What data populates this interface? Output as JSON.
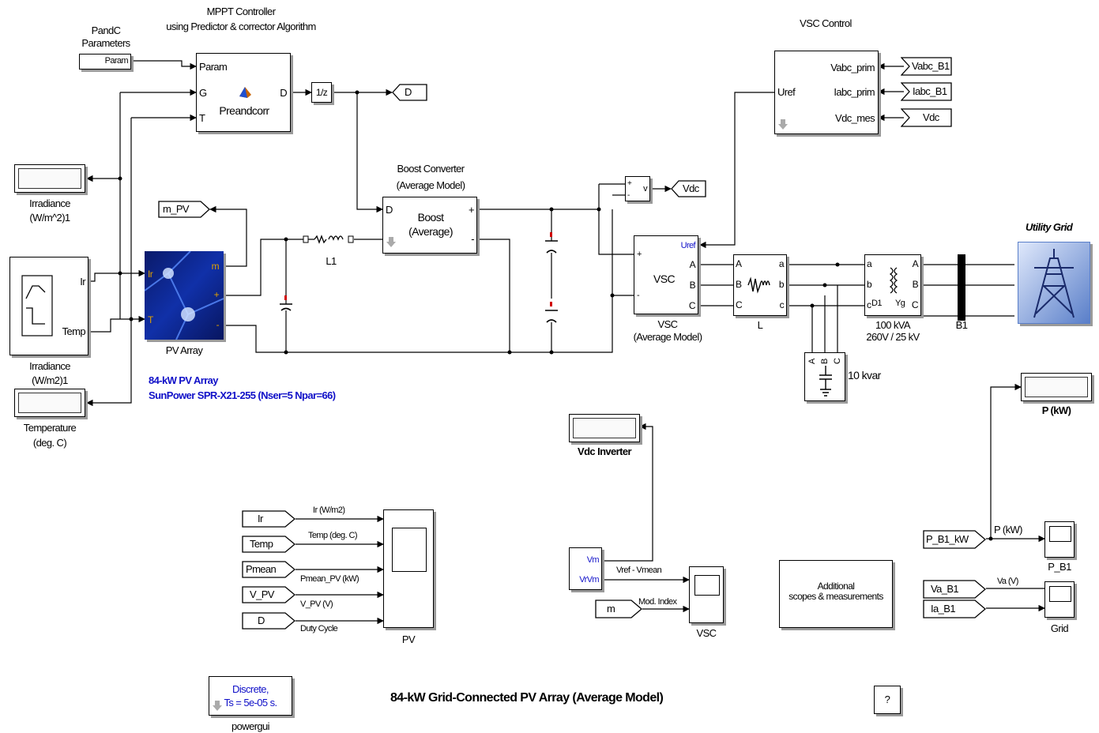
{
  "mppt": {
    "title": "MPPT Controller",
    "subtitle": "using Predictor & corrector Algorithm",
    "port_param": "Param",
    "port_g": "G",
    "port_t": "T",
    "port_d": "D",
    "name": "Preandcorr"
  },
  "pandc": {
    "label_line1": "PandC",
    "label_line2": "Parameters",
    "value": "Param"
  },
  "delay": {
    "label": "1/z"
  },
  "goto_d": {
    "label": "D"
  },
  "boost": {
    "title_line1": "Boost Converter",
    "title_line2": "(Average Model)",
    "name_line1": "Boost",
    "name_line2": "(Average)",
    "port_d": "D",
    "port_plus": "+",
    "port_minus": "-"
  },
  "inductor_l1": {
    "label": "L1"
  },
  "m_pv": {
    "label": "m_PV"
  },
  "irradiance_disp": {
    "label_line1": "Irradiance",
    "label_line2": "(W/m^2)1"
  },
  "signal_builder": {
    "port_ir": "Ir",
    "port_temp": "Temp",
    "label_line1": "Irradiance",
    "label_line2": "(W/m2)1"
  },
  "temp_disp": {
    "label_line1": "Temperature",
    "label_line2": "(deg. C)"
  },
  "pv_array": {
    "label": "PV Array",
    "port_ir": "Ir",
    "port_t": "T",
    "port_m": "m",
    "port_plus": "+",
    "port_minus": "-",
    "desc_line1": "84-kW  PV Array",
    "desc_line2": "SunPower SPR-X21-255  (Nser=5 Npar=66)"
  },
  "vmeas": {
    "port_plus": "+",
    "port_minus": "-",
    "port_v": "v"
  },
  "goto_vdc": {
    "label": "Vdc"
  },
  "vsc_control": {
    "title": "VSC Control",
    "port_uref": "Uref",
    "port_vabc": "Vabc_prim",
    "port_iabc": "Iabc_prim",
    "port_vdc": "Vdc_mes"
  },
  "from_vabc": {
    "label": "Vabc_B1"
  },
  "from_iabc": {
    "label": "Iabc_B1"
  },
  "from_vdc": {
    "label": "Vdc"
  },
  "vsc": {
    "name": "VSC",
    "label_line1": "VSC",
    "label_line2": "(Average Model)",
    "port_uref": "Uref",
    "port_a": "A",
    "port_b": "B",
    "port_c": "C",
    "port_plus": "+",
    "port_minus": "-"
  },
  "inductor_l": {
    "label": "L",
    "port_a_in": "A",
    "port_b_in": "B",
    "port_c_in": "C",
    "port_a_out": "a",
    "port_b_out": "b",
    "port_c_out": "c"
  },
  "capbank": {
    "label": "10 kvar",
    "port_a": "A",
    "port_b": "B",
    "port_c": "C"
  },
  "transformer": {
    "label_line1": "100 kVA",
    "label_line2": "260V / 25 kV",
    "port_a_in": "a",
    "port_b_in": "b",
    "port_c_in": "c",
    "port_a_out": "A",
    "port_b_out": "B",
    "port_c_out": "C",
    "winding1": "D1",
    "winding2": "Yg"
  },
  "bus_b1": {
    "label": "B1"
  },
  "grid": {
    "label": "Utility Grid"
  },
  "p_kw_disp": {
    "label": "P (kW)"
  },
  "vdc_inv_disp": {
    "label": "Vdc Inverter"
  },
  "pv_scope": {
    "label": "PV",
    "inputs": [
      {
        "from": "Ir",
        "signal": "Ir (W/m2)"
      },
      {
        "from": "Temp",
        "signal": "Temp (deg. C)"
      },
      {
        "from": "Pmean",
        "signal": "Pmean_PV (kW)"
      },
      {
        "from": "V_PV",
        "signal": "V_PV (V)"
      },
      {
        "from": "D",
        "signal": "Duty Cycle"
      }
    ]
  },
  "vm_block": {
    "port_vm": "Vm",
    "port_vvm": "VrVm"
  },
  "vsc_scope": {
    "label": "VSC",
    "signal_1": "Vref - Vmean",
    "signal_2": "Mod. Index",
    "from_m": "m"
  },
  "additional": {
    "line1": "Additional",
    "line2": "scopes & measurements"
  },
  "p_scope": {
    "from": "P_B1_kW",
    "signal": "P (kW)",
    "label": "P_B1"
  },
  "grid_scope": {
    "from_va": "Va_B1",
    "from_ia": "Ia_B1",
    "signal": "Va (V)",
    "label": "Grid"
  },
  "powergui": {
    "line1": "Discrete,",
    "line2": "Ts = 5e-05 s.",
    "label": "powergui"
  },
  "footer": {
    "title": "84-kW Grid-Connected PV Array (Average Model)"
  },
  "help": {
    "label": "?"
  },
  "colors": {
    "ink": "#000000",
    "blue": "#1010c8",
    "orange": "#c86400",
    "red": "#d00000",
    "shadow": "#9a9a9a"
  }
}
